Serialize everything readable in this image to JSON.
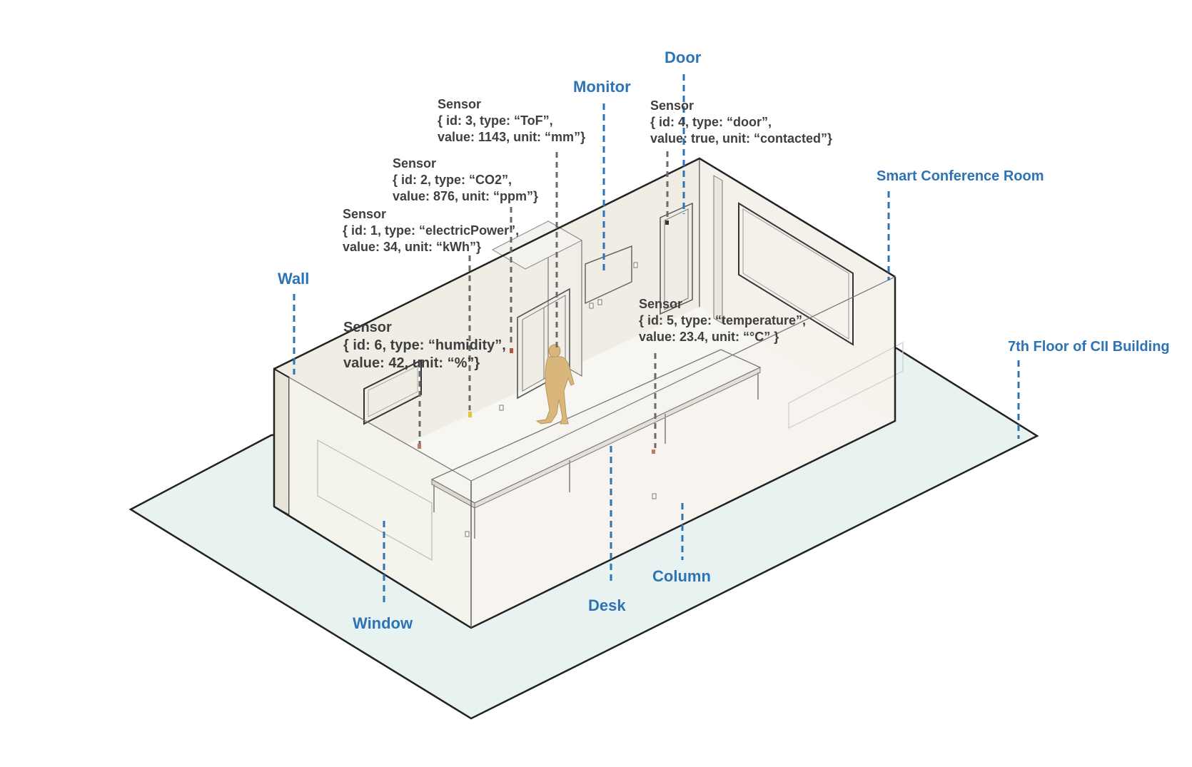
{
  "labels": {
    "wall": "Wall",
    "window": "Window",
    "monitor": "Monitor",
    "door": "Door",
    "desk": "Desk",
    "column": "Column",
    "room": "Smart Conference Room",
    "floor": "7th Floor of CII Building"
  },
  "sensors": [
    {
      "title": "Sensor",
      "line1": "{ id: 3, type: “ToF”,",
      "line2": "value: 1143, unit: “mm”}"
    },
    {
      "title": "Sensor",
      "line1": "{ id: 2, type: “CO2”,",
      "line2": "value: 876, unit: “ppm”}"
    },
    {
      "title": "Sensor",
      "line1": "{ id: 1, type: “electricPower”,",
      "line2": "value: 34, unit: “kWh”}"
    },
    {
      "title": "Sensor",
      "line1": "{ id: 6, type: “humidity”,",
      "line2": "value: 42, unit: “%”}"
    },
    {
      "title": "Sensor",
      "line1": "{ id: 4, type: “door”,",
      "line2": "value: true, unit: “contacted”}"
    },
    {
      "title": "Sensor",
      "line1": "{ id: 5, type: “temperature”,",
      "line2": "value: 23.4, unit: “°C” }"
    }
  ],
  "colors": {
    "label_blue": "#2e74b5",
    "sensor_text": "#3f3f3f",
    "floor_fill": "#e8f2f1",
    "wall_fill": "#f4f2e9",
    "person": "#d9b77c"
  }
}
